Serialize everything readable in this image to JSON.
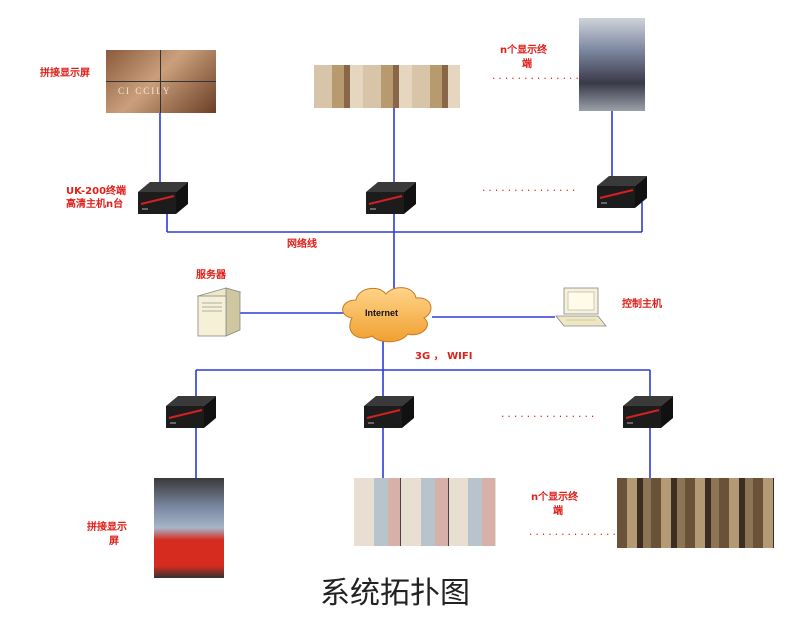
{
  "title": "系统拓扑图",
  "labels": {
    "splice_display_top": "拼接显示屏",
    "n_displays_top_line1": "n个显示终",
    "n_displays_top_line2": "端",
    "host_line1": "UK-200终端",
    "host_line2": "高清主机n台",
    "network_cable": "网络线",
    "server": "服务器",
    "internet": "Internet",
    "control_host": "控制主机",
    "wireless": "3G ，  WIFI",
    "n_displays_bottom_line1": "n个显示终",
    "n_displays_bottom_line2": "端",
    "splice_display_bottom_line1": "拼接显示",
    "splice_display_bottom_line2": "屏"
  },
  "dots": {
    "top_display": "..............",
    "top_host": "...............",
    "bottom_host": "...............",
    "bottom_display": ".............."
  },
  "colors": {
    "link": "#2b3bd8",
    "label": "#e0201a",
    "host_body": "#1c1c1c",
    "host_stripe": "#d42020",
    "cloud": "#f5b14a",
    "cloud_edge": "#c87a1f"
  },
  "photo_logo": "CI CCILY",
  "icons": [
    "host-box-icon",
    "server-icon",
    "cloud-icon",
    "computer-icon"
  ]
}
